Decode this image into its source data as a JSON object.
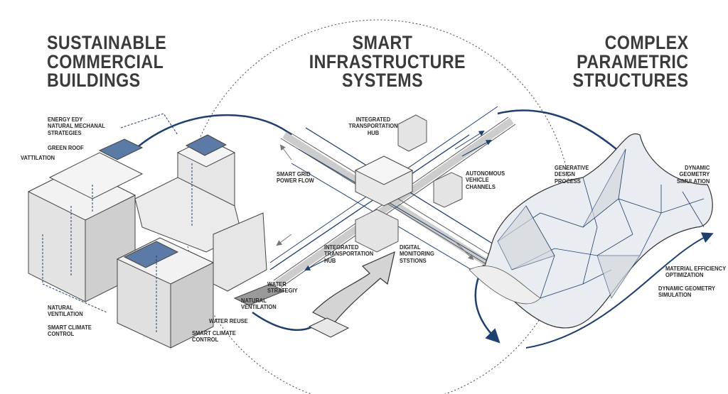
{
  "sections": [
    {
      "title": [
        "SUSTAINABLE",
        "COMMERCIAL",
        "BUILDINGS"
      ]
    },
    {
      "title": [
        "SMART",
        "INFRASTRUCTURE",
        "SYSTEMS"
      ]
    },
    {
      "title": [
        "COMPLEX",
        "PARAMETRIC",
        "STRUCTURES"
      ]
    }
  ],
  "labels": {
    "energy": [
      "ENERGY EDY",
      "NATURAL MECHANAL",
      "STRATEGIES"
    ],
    "green_roof": "GREEN ROOF",
    "vattilation": "VATTILATION",
    "natural_ventilation_left": [
      "NATURAL",
      "VENTILATION"
    ],
    "smart_climate_left": [
      "SMART CLIMATE",
      "CONTROL"
    ],
    "water_strategy": [
      "WATER",
      "STRATEGIY"
    ],
    "natural_ventilation_mid": [
      "NATURAL",
      "VENTILATION"
    ],
    "water_reuse": "WATER REUSE",
    "smart_climate_mid": [
      "SMART CLIMATE",
      "CONTROL"
    ],
    "transport_hub_top": [
      "INTEGRATED",
      "TRANSPORTATION",
      "HUB"
    ],
    "smart_grid": [
      "SMART GRID",
      "POWER FLOW"
    ],
    "autonomous": [
      "AUTONOMOUS",
      "VEHICLE",
      "CHANNELS"
    ],
    "transport_hub_bottom": [
      "INTEGRATED",
      "TRANSPORTATION",
      "HUB"
    ],
    "digital_monitoring": [
      "DIGITAL",
      "MONITORING",
      "STSTIONS"
    ],
    "generative": [
      "GENERATIVE",
      "DESIGN",
      "PROCESS"
    ],
    "dynamic_top": [
      "DYNAMIC",
      "GEOMETRY",
      "SIMULATION"
    ],
    "material": [
      "MATERIAL EFFICIENCY",
      "OPTIMIZATION"
    ],
    "dynamic_bottom": [
      "DYNAMIC GEOMETRY",
      "SIMULATION"
    ]
  },
  "colors": {
    "accent": "#1f3f6e",
    "text": "#3b3b3b",
    "structure": "#d9d9d9"
  }
}
